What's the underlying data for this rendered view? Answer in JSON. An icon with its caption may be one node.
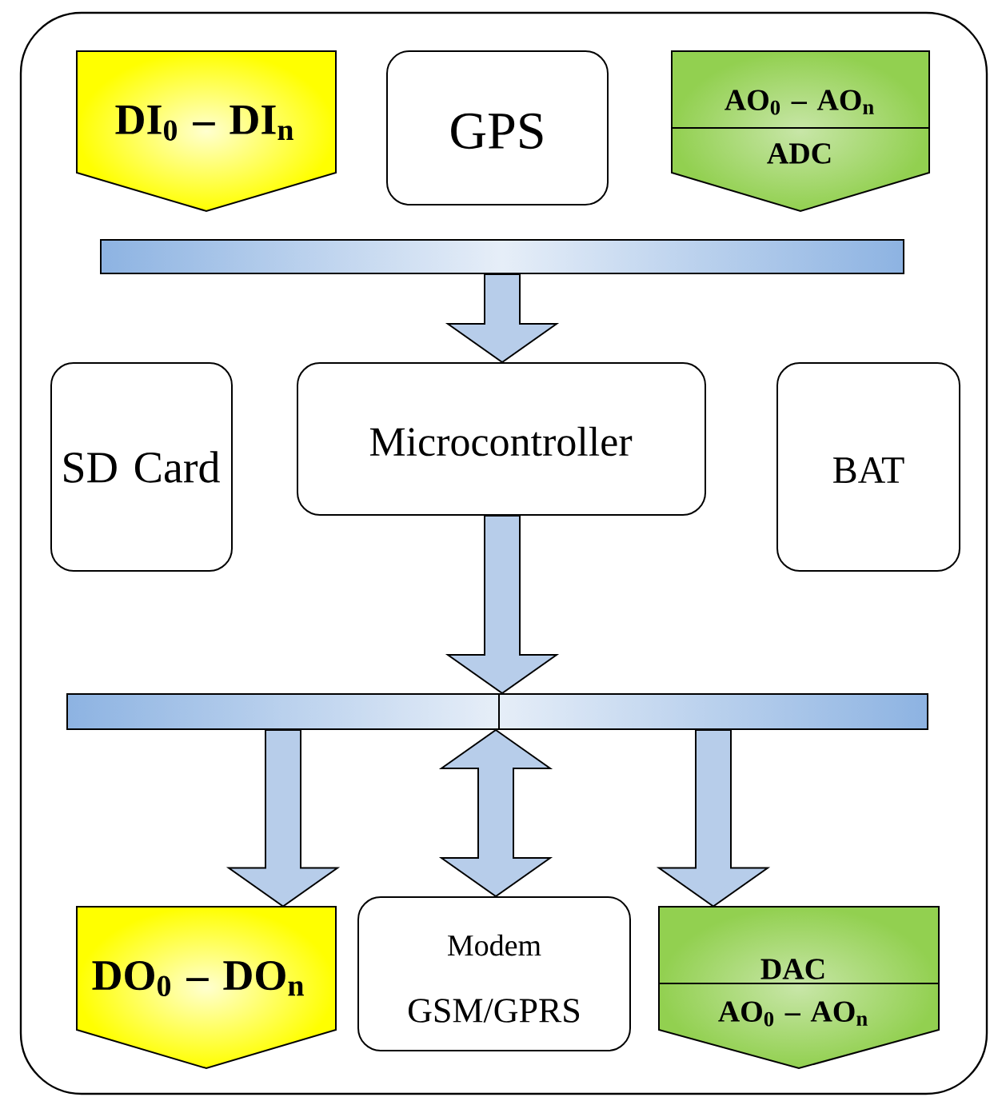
{
  "diagram": {
    "nodes": [
      {
        "text": [],
        "shape": "box"
      },
      {
        "text": [
          "DI$_{0}$ – DI$_{n}$"
        ],
        "in": 0
      },
      {
        "text": [
          "GPS"
        ],
        "in": 0
      },
      {
        "text": [
          "AO$_{0}$ – AO$_{n}$",
          "ADC"
        ],
        "in": 0
      },
      {
        "text": [],
        "shape": "bar",
        "in": 0
      },
      {
        "text": [
          "SD Card"
        ],
        "in": 0
      },
      {
        "text": [
          "Microcontroller"
        ],
        "in": 0
      },
      {
        "text": [
          "BAT"
        ],
        "in": 0
      },
      {
        "text": [],
        "shape": "bar",
        "in": 0
      },
      {
        "text": [
          "DO$_{0}$ – DO$_{n}$"
        ],
        "in": 0
      },
      {
        "text": [
          "Modem",
          "GSM/GPRS"
        ],
        "in": 0
      },
      {
        "text": [
          "DAC",
          "AO$_{0}$ – AO$_{n}$"
        ],
        "in": 0
      }
    ],
    "edges": [
      {
        "from": 4,
        "to": 6,
        "arrow": "to"
      },
      {
        "from": 6,
        "to": 8,
        "arrow": "to"
      },
      {
        "from": 8,
        "to": 9,
        "arrow": "to"
      },
      {
        "from": 8,
        "to": 10,
        "arrow": "both"
      },
      {
        "from": 8,
        "to": 11,
        "arrow": "to"
      }
    ]
  }
}
